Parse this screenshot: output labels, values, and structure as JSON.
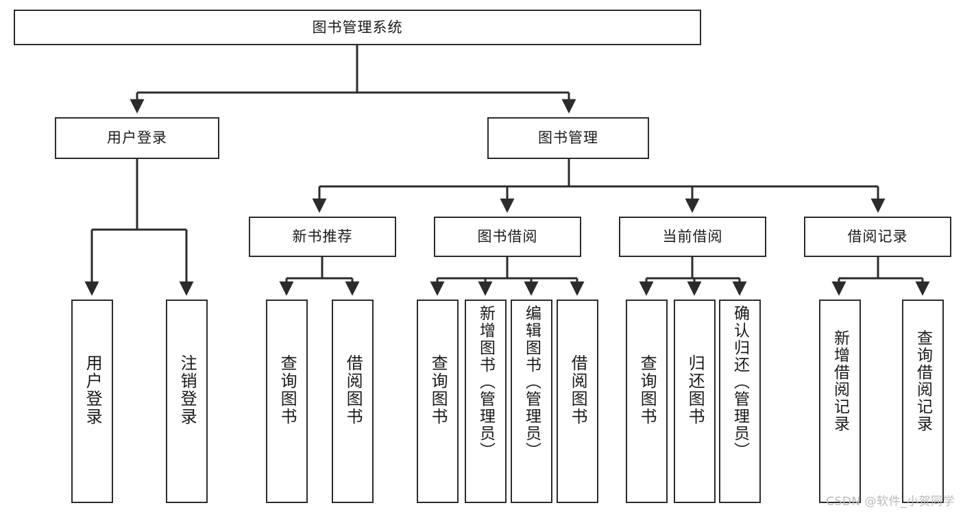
{
  "diagram": {
    "title_node": {
      "label": "图书管理系统"
    },
    "level2": [
      {
        "id": "user-login",
        "label": "用户登录"
      },
      {
        "id": "book-manage",
        "label": "图书管理"
      }
    ],
    "level3": [
      {
        "id": "new-book-recommend",
        "label": "新书推荐"
      },
      {
        "id": "book-borrow",
        "label": "图书借阅"
      },
      {
        "id": "current-borrow",
        "label": "当前借阅"
      },
      {
        "id": "borrow-record",
        "label": "借阅记录"
      }
    ],
    "leaves": {
      "user_login": [
        {
          "id": "leaf-user-login",
          "label": "用户登录"
        },
        {
          "id": "leaf-logout-login",
          "label": "注销登录"
        }
      ],
      "new_book_recommend": [
        {
          "id": "leaf-query-book-1",
          "label": "查询图书"
        },
        {
          "id": "leaf-borrow-book-1",
          "label": "借阅图书"
        }
      ],
      "book_borrow": [
        {
          "id": "leaf-query-book-2",
          "label": "查询图书"
        },
        {
          "id": "leaf-add-book",
          "label": "新增图书（管理员）"
        },
        {
          "id": "leaf-edit-book",
          "label": "编辑图书（管理员）"
        },
        {
          "id": "leaf-borrow-book-2",
          "label": "借阅图书"
        }
      ],
      "current_borrow": [
        {
          "id": "leaf-query-book-3",
          "label": "查询图书"
        },
        {
          "id": "leaf-return-book",
          "label": "归还图书"
        },
        {
          "id": "leaf-confirm-return",
          "label": "确认归还（管理员）"
        }
      ],
      "borrow_record": [
        {
          "id": "leaf-add-record",
          "label": "新增借阅记录"
        },
        {
          "id": "leaf-query-record",
          "label": "查询借阅记录"
        }
      ]
    }
  },
  "watermark": {
    "text": "CSDN @软件_小贺同学"
  },
  "colors": {
    "background": "#ffffff",
    "stroke": "#2b2b2b",
    "text": "#1a1a1a",
    "watermark": "#b9b9b9"
  }
}
